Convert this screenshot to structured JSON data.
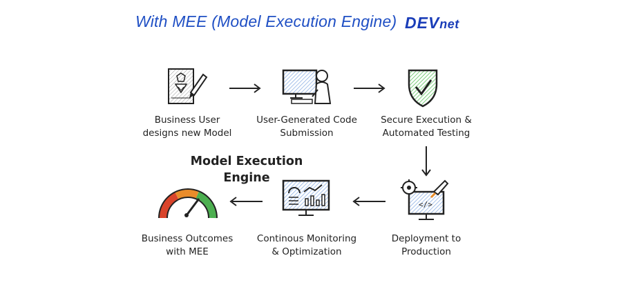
{
  "header": {
    "title": "With MEE (Model Execution Engine)",
    "logo_part1": "DEV",
    "logo_part2": "net"
  },
  "heading": {
    "line1": "Model Execution",
    "line2": "Engine"
  },
  "steps": [
    {
      "line1": "Business User",
      "line2": "designs new Model",
      "icon": "document-pen-icon"
    },
    {
      "line1": "User-Generated Code",
      "line2": "Submission",
      "icon": "person-computer-icon"
    },
    {
      "line1": "Secure Execution &",
      "line2": "Automated Testing",
      "icon": "shield-check-icon"
    },
    {
      "line1": "Deployment to",
      "line2": "Production",
      "icon": "rocket-monitor-icon"
    },
    {
      "line1": "Continous Monitoring",
      "line2": "& Optimization",
      "icon": "dashboard-monitor-icon"
    },
    {
      "line1": "Business Outcomes",
      "line2": "with MEE",
      "icon": "gauge-icon"
    }
  ],
  "colors": {
    "title": "#1f4fc4",
    "logo": "#1a3db8",
    "hatch_blue": "#7fa6e0",
    "hatch_green": "#5cc25c",
    "gauge_red": "#d9442b",
    "gauge_orange": "#e98c2a",
    "gauge_green": "#4caf50"
  }
}
